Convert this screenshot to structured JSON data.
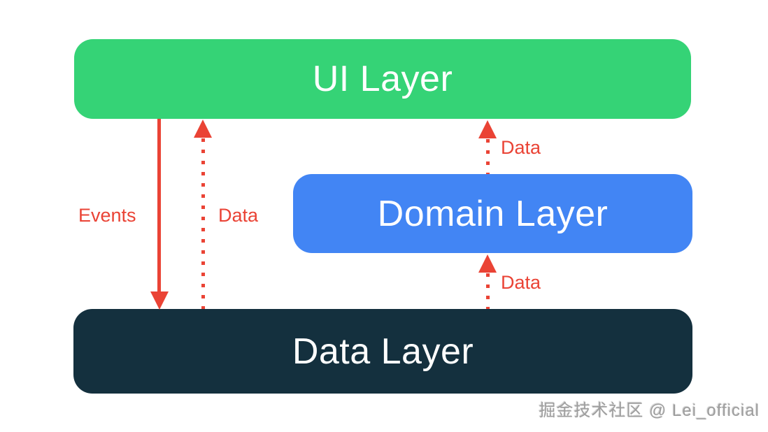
{
  "diagram": {
    "background": "#ffffff",
    "boxes": {
      "ui": {
        "label": "UI Layer",
        "color": "#35d376",
        "text_color": "#ffffff"
      },
      "domain": {
        "label": "Domain Layer",
        "color": "#4285f4",
        "text_color": "#ffffff"
      },
      "data": {
        "label": "Data Layer",
        "color": "#14303e",
        "text_color": "#ffffff"
      }
    },
    "arrow_color": "#ea4335",
    "arrows": [
      {
        "id": "events",
        "label": "Events",
        "style": "solid",
        "direction": "down",
        "from": "UI Layer",
        "to": "Data Layer"
      },
      {
        "id": "data-to-ui",
        "label": "Data",
        "style": "dotted",
        "direction": "up",
        "from": "Data Layer",
        "to": "UI Layer"
      },
      {
        "id": "domain-to-ui",
        "label": "Data",
        "style": "dotted",
        "direction": "up",
        "from": "Domain Layer",
        "to": "UI Layer"
      },
      {
        "id": "data-to-domain",
        "label": "Data",
        "style": "dotted",
        "direction": "up",
        "from": "Data Layer",
        "to": "Domain Layer"
      }
    ]
  },
  "watermark": {
    "text": "掘金技术社区 @ Lei_official",
    "color": "#9e9e9e"
  }
}
